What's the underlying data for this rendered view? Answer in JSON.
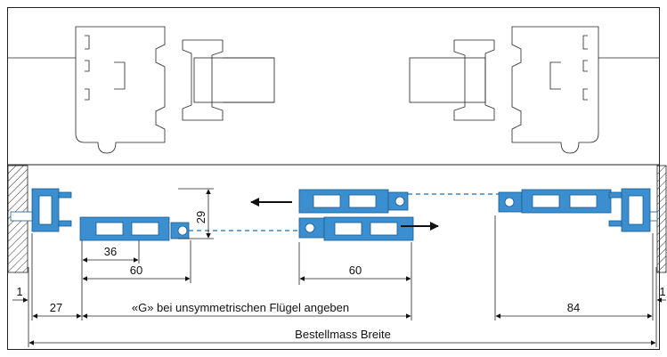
{
  "dimensions": {
    "d29": "29",
    "d36": "36",
    "d60_left": "60",
    "d60_mid": "60",
    "d1_left": "1",
    "d27": "27",
    "g_note": "«G» bei unsymmetrischen Flügel angeben",
    "d84": "84",
    "d1_right": "1",
    "bestellmass": "Bestellmass Breite"
  },
  "colors": {
    "profile_blue": "#3b8fd0",
    "line": "#222222"
  }
}
